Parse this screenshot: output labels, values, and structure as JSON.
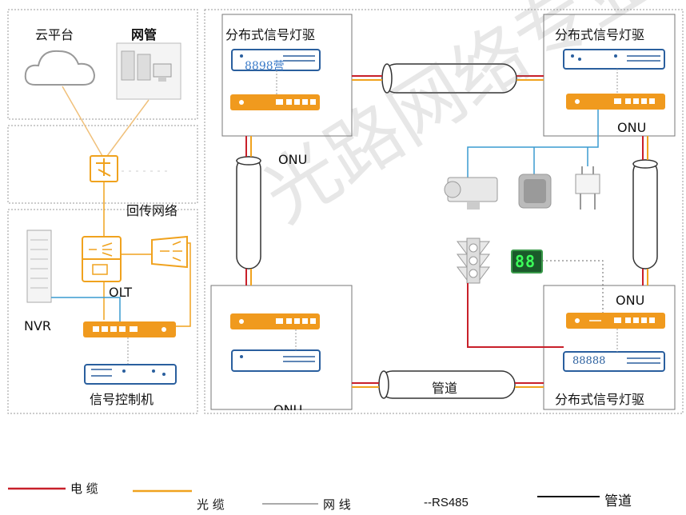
{
  "left_panel": {
    "cloud_label": "云平台",
    "nms_label": "网管",
    "backhaul_label": "回传网络",
    "olt_label": "OLT",
    "nvr_label": "NVR",
    "controller_label": "信号控制机"
  },
  "top_left_box": {
    "title": "分布式信号灯驱",
    "device_text": "8898营"
  },
  "top_right_box": {
    "title": "分布式信号灯驱",
    "onu_label": "ONU"
  },
  "bottom_right_box": {
    "title": "分布式信号灯驱",
    "onu_label": "ONU",
    "device_text": "88888"
  },
  "bottom_left_box": {
    "onu_label_partial": "ONU"
  },
  "onu_label_left": "ONU",
  "pipe_label_bottom": "管道",
  "countdown_display": "88",
  "watermark": "光路网络专业",
  "legend": {
    "power_cable": "电 缆",
    "optical_cable": "光 缆",
    "network_cable": "网 线",
    "rs485": "--RS485",
    "pipe": "管道"
  },
  "colors": {
    "power": "#c8202a",
    "optical": "#f0a21e",
    "network": "#3a9bd0",
    "device_orange": "#f09a1e",
    "device_blue": "#2a5f9e"
  }
}
